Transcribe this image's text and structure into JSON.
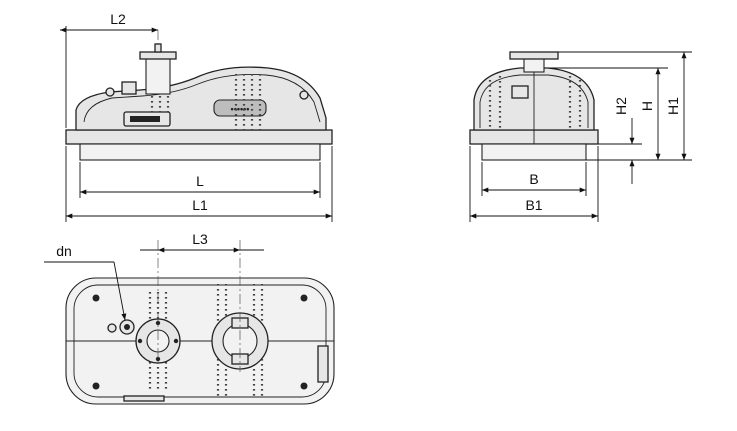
{
  "labels": {
    "L2": "L2",
    "L": "L",
    "L1": "L1",
    "L3": "L3",
    "dn": "dn",
    "B": "B",
    "B1": "B1",
    "H2": "H2",
    "H": "H",
    "H1": "H1"
  },
  "colors": {
    "stroke": "#222222",
    "body_fill": "#e6e6e6",
    "background": "#ffffff"
  }
}
